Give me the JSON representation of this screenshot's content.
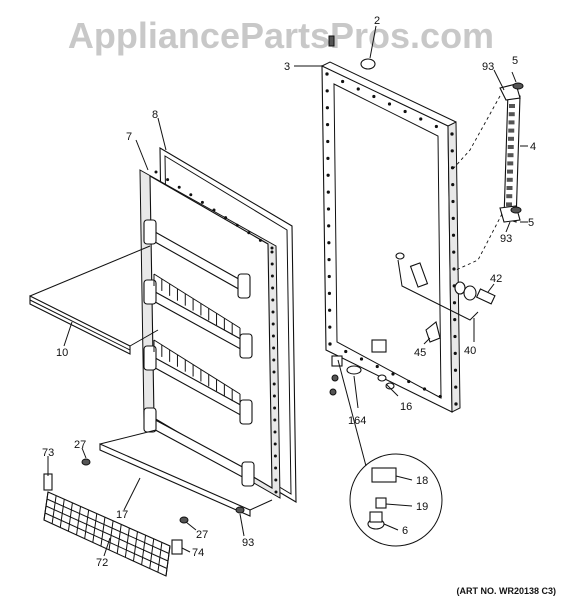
{
  "watermark": "AppliancePartsPros.com",
  "art_number": "(ART NO. WR20138 C3)",
  "callouts": {
    "c2": "2",
    "c3": "3",
    "c5a": "5",
    "c93a": "93",
    "c4": "4",
    "c5b": "5",
    "c93b": "93",
    "c42": "42",
    "c40": "40",
    "c45": "45",
    "c16": "16",
    "c164": "164",
    "c8": "8",
    "c7": "7",
    "c10": "10",
    "c27a": "27",
    "c73": "73",
    "c17": "17",
    "c27b": "27",
    "c93c": "93",
    "c72": "72",
    "c74": "74",
    "c18": "18",
    "c19": "19",
    "c6": "6"
  },
  "colors": {
    "line": "#111111",
    "watermark": "#c8c8c8",
    "background": "#ffffff"
  }
}
